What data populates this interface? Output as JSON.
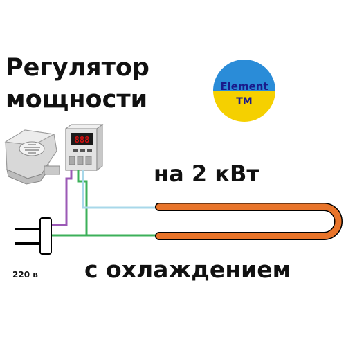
{
  "title": {
    "line1": "Регулятор",
    "line2": "мощности"
  },
  "power": "на 2 кВт",
  "cooling": "с охлаждением",
  "voltage": "220 в",
  "logo": {
    "line1": "Element",
    "line2": "ТМ",
    "colors": {
      "top": "#2a8cd8",
      "bottom": "#f5d000",
      "text": "#1a1a8a"
    }
  },
  "display": {
    "digits": "888",
    "color": "#d01010"
  },
  "wires": {
    "purple": "#9b59b6",
    "green": "#3cb05a",
    "lightblue": "#a8d8ea",
    "heater": "#e8742a"
  },
  "icons": [
    "fan-icon",
    "plug-icon",
    "heater-element-icon",
    "power-regulator-icon"
  ]
}
